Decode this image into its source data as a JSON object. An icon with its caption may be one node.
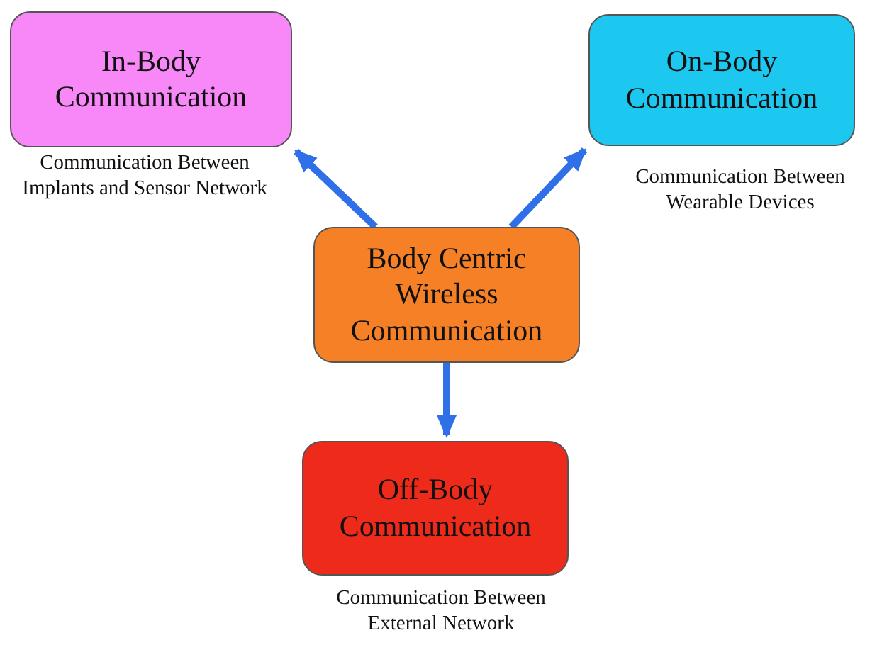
{
  "diagram": {
    "nodes": [
      {
        "text": [
          "Body Centric Wireless Communication"
        ]
      },
      {
        "text": [
          "In-Body Communication"
        ],
        "beside": [
          "Communication Between Implants and Sensor Network"
        ]
      },
      {
        "text": [
          "On-Body Communication"
        ],
        "beside": [
          "Communication Between Wearable Devices"
        ]
      },
      {
        "text": [
          "Off-Body Communication"
        ],
        "beside": [
          "Communication Between External Network"
        ]
      }
    ],
    "edges": [
      {
        "from": 0,
        "to": 1,
        "arrow": "to"
      },
      {
        "from": 0,
        "to": 2,
        "arrow": "to"
      },
      {
        "from": 0,
        "to": 3,
        "arrow": "to"
      }
    ]
  }
}
